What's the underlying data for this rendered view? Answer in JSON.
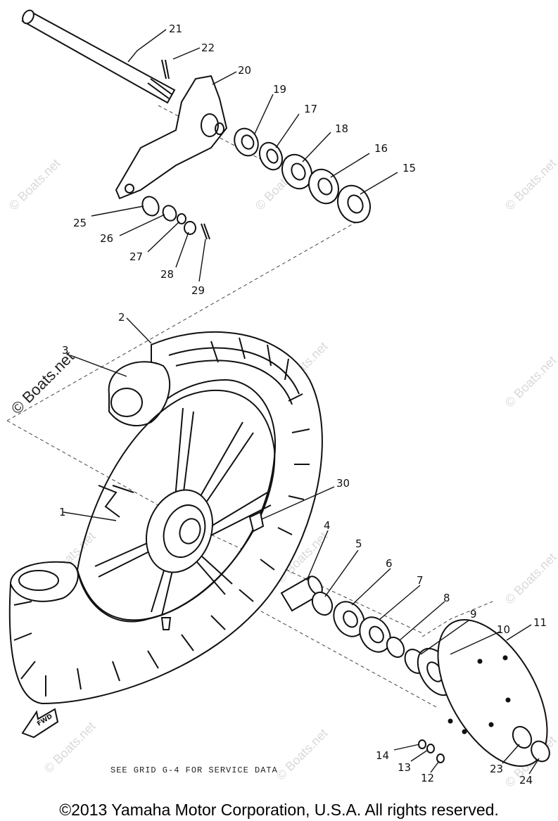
{
  "watermark": "© Boats.net",
  "fwd_label": "FWD",
  "service_note": "SEE GRID G-4 FOR SERVICE DATA",
  "copyright": "©2013 Yamaha Motor Corporation, U.S.A. All rights reserved.",
  "callouts": [
    {
      "id": "1",
      "label": "1"
    },
    {
      "id": "2",
      "label": "2"
    },
    {
      "id": "3",
      "label": "3"
    },
    {
      "id": "4",
      "label": "4"
    },
    {
      "id": "5",
      "label": "5"
    },
    {
      "id": "6",
      "label": "6"
    },
    {
      "id": "7",
      "label": "7"
    },
    {
      "id": "8",
      "label": "8"
    },
    {
      "id": "9",
      "label": "9"
    },
    {
      "id": "10",
      "label": "10"
    },
    {
      "id": "11",
      "label": "11"
    },
    {
      "id": "12",
      "label": "12"
    },
    {
      "id": "13",
      "label": "13"
    },
    {
      "id": "14",
      "label": "14"
    },
    {
      "id": "15",
      "label": "15"
    },
    {
      "id": "16",
      "label": "16"
    },
    {
      "id": "17",
      "label": "17"
    },
    {
      "id": "18",
      "label": "18"
    },
    {
      "id": "19",
      "label": "19"
    },
    {
      "id": "20",
      "label": "20"
    },
    {
      "id": "21",
      "label": "21"
    },
    {
      "id": "22",
      "label": "22"
    },
    {
      "id": "23",
      "label": "23"
    },
    {
      "id": "24",
      "label": "24"
    },
    {
      "id": "25",
      "label": "25"
    },
    {
      "id": "26",
      "label": "26"
    },
    {
      "id": "27",
      "label": "27"
    },
    {
      "id": "28",
      "label": "28"
    },
    {
      "id": "29",
      "label": "29"
    },
    {
      "id": "30",
      "label": "30"
    }
  ]
}
